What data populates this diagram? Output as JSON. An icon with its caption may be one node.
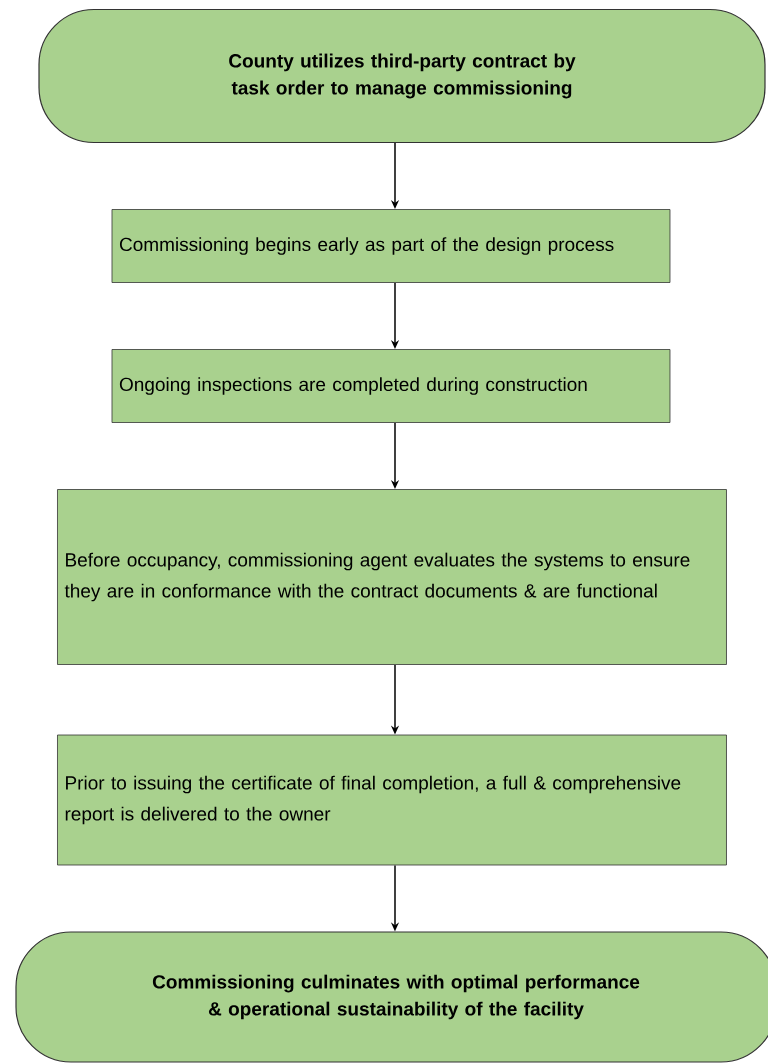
{
  "diagram": {
    "nodes": [
      {
        "text": [
          "County utilizes third-party contract by task order to manage commissioning"
        ]
      },
      {
        "text": [
          "Commissioning begins early as part of the design process"
        ]
      },
      {
        "text": [
          "Ongoing inspections are completed during construction"
        ]
      },
      {
        "text": [
          "Before occupancy, commissioning agent evaluates the systems to ensure they are in conformance with the contract documents & are functional"
        ]
      },
      {
        "text": [
          "Prior to issuing the certificate of final completion, a full & comprehensive report is delivered to the owner"
        ]
      },
      {
        "text": [
          "Commissioning culminates with optimal performance & operational sustainability of the facility"
        ]
      }
    ],
    "edges": [
      {
        "from": 0,
        "to": 1,
        "arrow": "to"
      },
      {
        "from": 1,
        "to": 2,
        "arrow": "to"
      },
      {
        "from": 2,
        "to": 3,
        "arrow": "to"
      },
      {
        "from": 3,
        "to": 4,
        "arrow": "to"
      },
      {
        "from": 4,
        "to": 5,
        "arrow": "to"
      }
    ]
  }
}
